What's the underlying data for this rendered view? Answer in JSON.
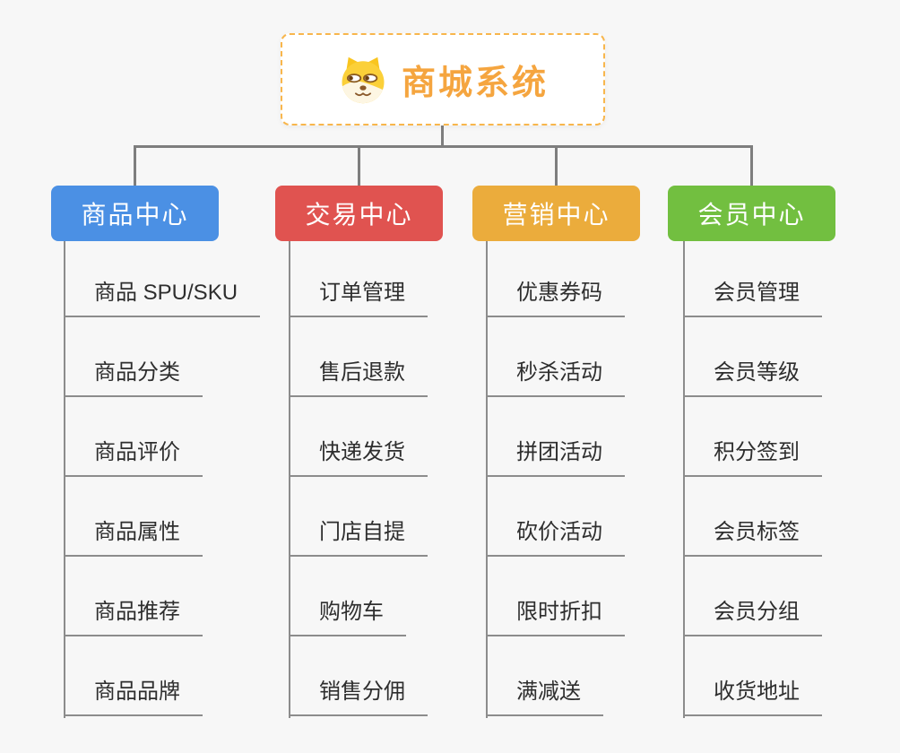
{
  "root": {
    "title": "商城系统",
    "icon": "dog-face-icon",
    "border_color": "#f8b64c",
    "title_color": "#f5a53f"
  },
  "connector_color": "#7e7e7e",
  "background_color": "#f7f7f7",
  "branches": [
    {
      "label": "商品中心",
      "color": "#4b90e4",
      "children": [
        "商品 SPU/SKU",
        "商品分类",
        "商品评价",
        "商品属性",
        "商品推荐",
        "商品品牌"
      ]
    },
    {
      "label": "交易中心",
      "color": "#e05350",
      "children": [
        "订单管理",
        "售后退款",
        "快递发货",
        "门店自提",
        "购物车",
        "销售分佣"
      ]
    },
    {
      "label": "营销中心",
      "color": "#ebac3c",
      "children": [
        "优惠券码",
        "秒杀活动",
        "拼团活动",
        "砍价活动",
        "限时折扣",
        "满减送"
      ]
    },
    {
      "label": "会员中心",
      "color": "#72bf40",
      "children": [
        "会员管理",
        "会员等级",
        "积分签到",
        "会员标签",
        "会员分组",
        "收货地址"
      ]
    }
  ]
}
